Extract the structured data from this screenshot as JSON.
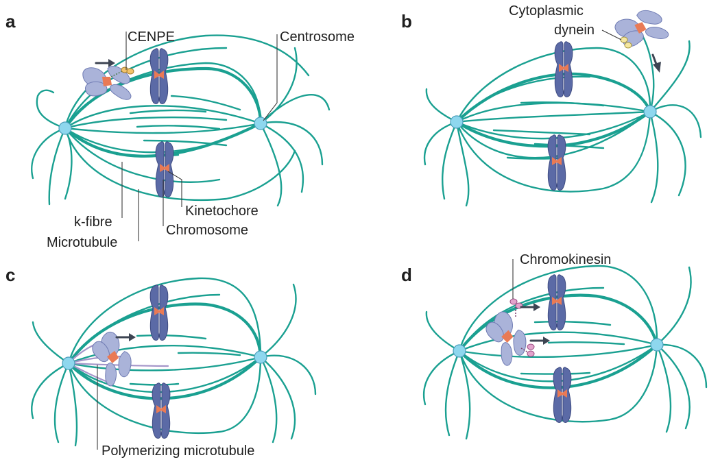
{
  "panels": [
    {
      "letter": "a",
      "labels": {
        "cenpe": "CENPE",
        "centrosome": "Centrosome",
        "kinetochore": "Kinetochore",
        "chromosome": "Chromosome",
        "k_fibre": "k-fibre",
        "microtubule": "Microtubule"
      }
    },
    {
      "letter": "b",
      "labels": {
        "cytoplasmic": "Cytoplasmic",
        "dynein": "dynein"
      }
    },
    {
      "letter": "c",
      "labels": {
        "polymerizing_microtubule": "Polymerizing microtubule"
      }
    },
    {
      "letter": "d",
      "labels": {
        "chromokinesin": "Chromokinesin"
      }
    }
  ],
  "colors": {
    "microtubule": "#1aa091",
    "centrosome": "#8ed7ee",
    "chromosome": "#5b6aa6",
    "chromosome_light": "#aab3d9",
    "kinetochore": "#e97a55",
    "cenpe_motor": "#f2c36b",
    "dynein_motor": "#f5e7a0",
    "chromokinesin_motor": "#e3a3cc",
    "polymerizing_microtubule": "#a495c9",
    "arrow": "#3d4452"
  }
}
